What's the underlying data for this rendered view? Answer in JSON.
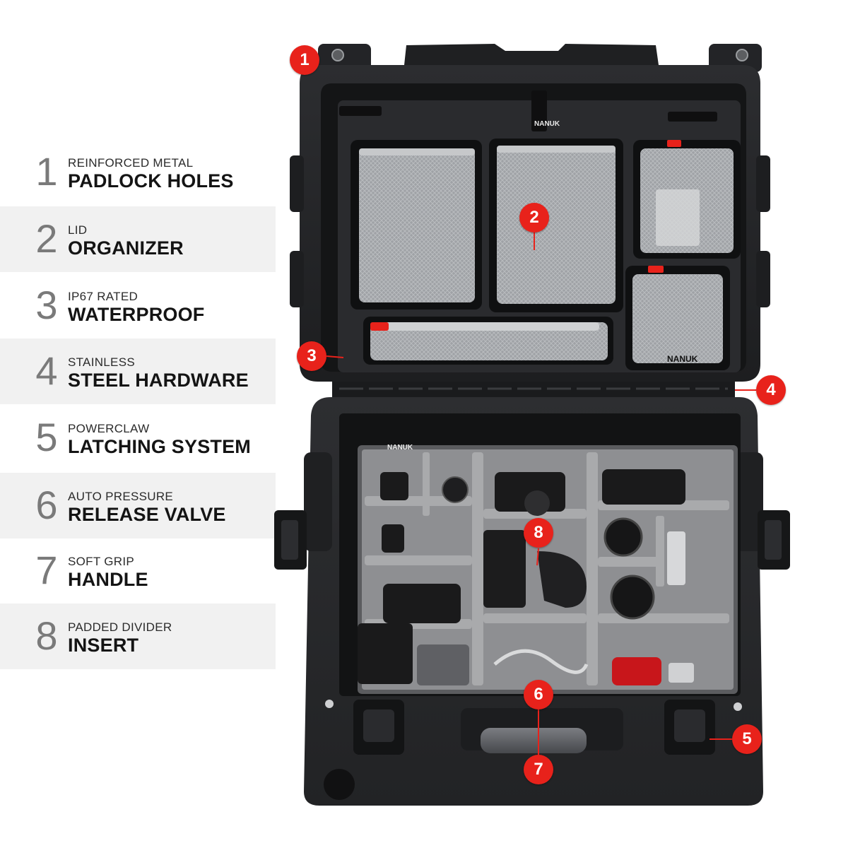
{
  "colors": {
    "accent_red": "#e8221b",
    "case_body": "#2a2b2d",
    "case_inner": "#141516",
    "divider_gray": "#a9aaac",
    "row_shade": "#f1f1f1"
  },
  "brand": {
    "lid_tag": "NANUK",
    "pocket_tag": "NANUK",
    "insert_tag": "NANUK"
  },
  "features": [
    {
      "number": "1",
      "line1": "REINFORCED METAL",
      "line2": "PADLOCK HOLES"
    },
    {
      "number": "2",
      "line1": "LID",
      "line2": "ORGANIZER"
    },
    {
      "number": "3",
      "line1": "IP67 RATED",
      "line2": "WATERPROOF"
    },
    {
      "number": "4",
      "line1": "STAINLESS",
      "line2": "STEEL HARDWARE"
    },
    {
      "number": "5",
      "line1": "POWERCLAW",
      "line2": "LATCHING SYSTEM"
    },
    {
      "number": "6",
      "line1": "AUTO PRESSURE",
      "line2": "RELEASE VALVE"
    },
    {
      "number": "7",
      "line1": "SOFT GRIP",
      "line2": "HANDLE"
    },
    {
      "number": "8",
      "line1": "PADDED DIVIDER",
      "line2": "INSERT"
    }
  ],
  "callouts": [
    "1",
    "2",
    "3",
    "4",
    "5",
    "6",
    "7",
    "8"
  ]
}
